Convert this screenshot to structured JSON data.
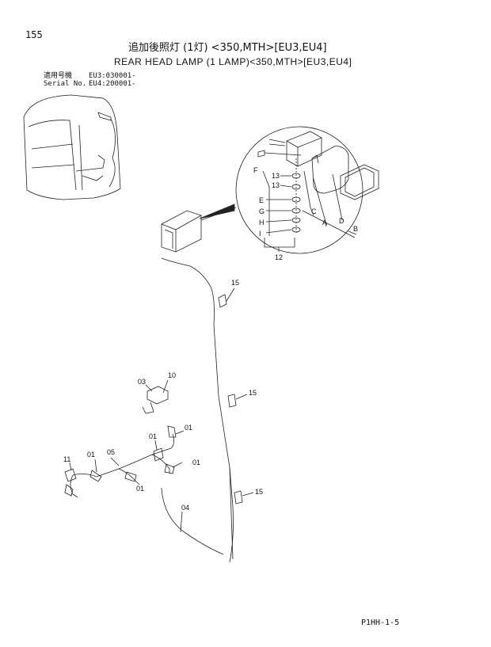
{
  "header": {
    "page_number": "155",
    "title_jp": "追加後照灯 (1灯) <350,MTH>[EU3,EU4]",
    "title_en": "REAR HEAD LAMP (1 LAMP)<350,MTH>[EU3,EU4]",
    "serial_label_jp": "適用号機",
    "serial_label_en": "Serial No.",
    "serial_eu3": "EU3:030001-",
    "serial_eu4": "EU4:200001-"
  },
  "callouts": {
    "c13a": "13",
    "c13b": "13",
    "cF": "F",
    "cE": "E",
    "cG": "G",
    "cH": "H",
    "cI": "I",
    "cC": "C",
    "cA": "A",
    "cD": "D",
    "cB": "B",
    "c12": "12",
    "c15a": "15",
    "c15b": "15",
    "c15c": "15",
    "c10": "10",
    "c03": "03",
    "c01a": "01",
    "c01b": "01",
    "c01c": "01",
    "c01d": "01",
    "c01e": "01",
    "c05": "05",
    "c11": "11",
    "c04": "04"
  },
  "footer": {
    "code": "P1HH-1-5"
  }
}
